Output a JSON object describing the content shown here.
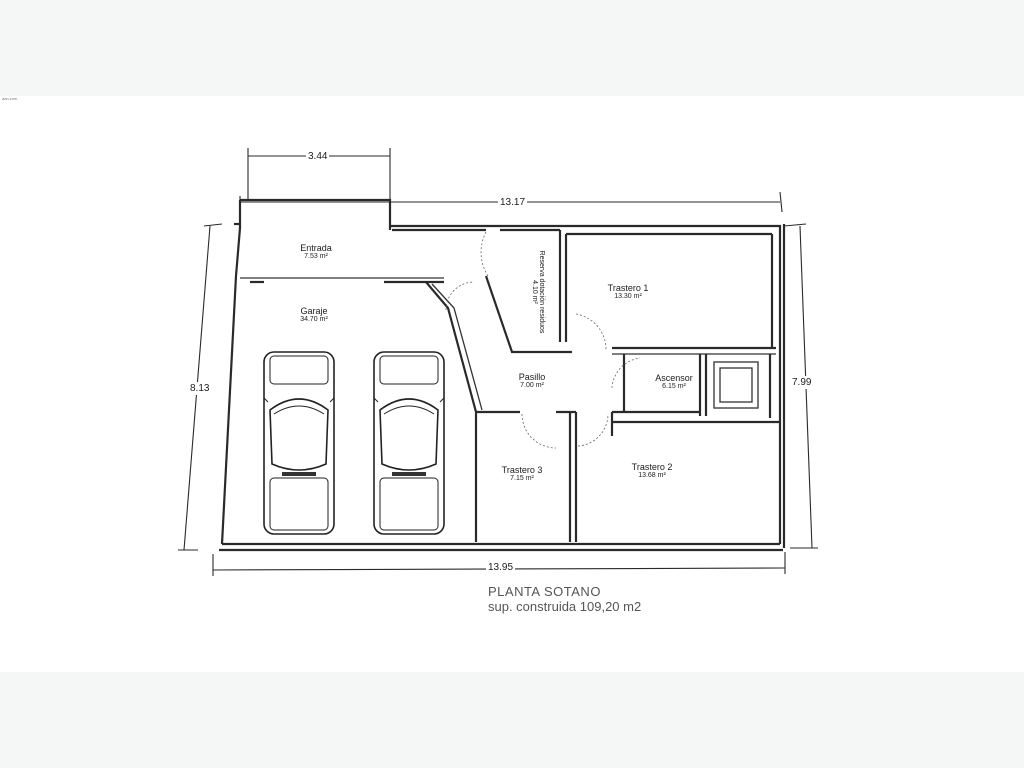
{
  "corner_mark": "aan.com",
  "dimensions": {
    "entrance_width": "3.44",
    "top_width": "13.17",
    "bottom_width": "13.95",
    "left_height": "8.13",
    "right_height": "7.99"
  },
  "rooms": {
    "entrada": {
      "name": "Entrada",
      "area": "7.53  m²"
    },
    "garaje": {
      "name": "Garaje",
      "area": "34.70  m²"
    },
    "reserva": {
      "name": "Reserva dotación residuos",
      "area": "4.10  m²"
    },
    "trastero1": {
      "name": "Trastero  1",
      "area": "13.30  m²"
    },
    "pasillo": {
      "name": "Pasillo",
      "area": "7.00  m²"
    },
    "ascensor": {
      "name": "Ascensor",
      "area": "6.15  m²"
    },
    "trastero3": {
      "name": "Trastero  3",
      "area": "7.15  m²"
    },
    "trastero2": {
      "name": "Trastero  2",
      "area": "13.68  m²"
    }
  },
  "plan_title": "PLANTA SOTANO",
  "plan_subtitle": "sup. construida 109,20 m2"
}
